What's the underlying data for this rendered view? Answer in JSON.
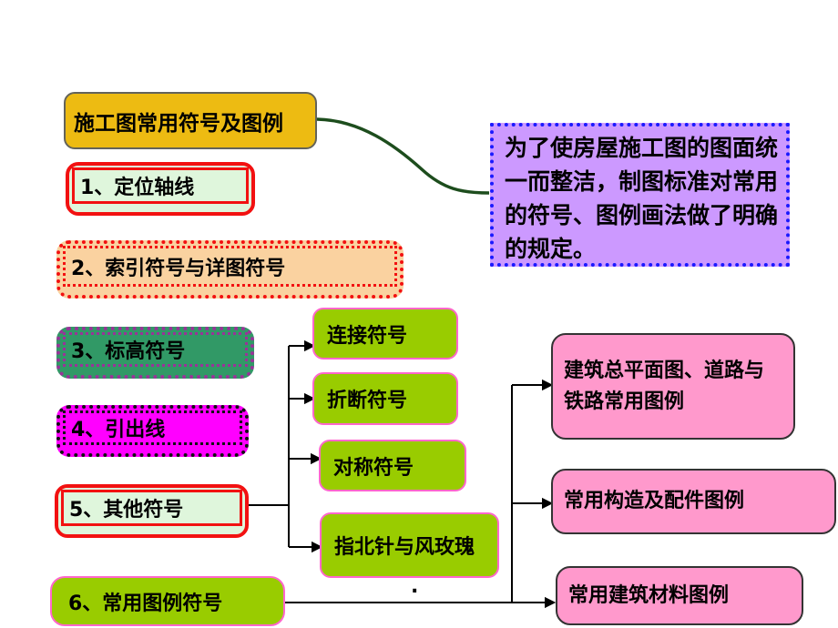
{
  "colors": {
    "background": "#FFFFFF",
    "title_fill": "#EDBB12",
    "pale_green_fill": "#DFF6DC",
    "red_border": "#F21111",
    "peach_fill": "#FAD2A0",
    "teal_fill": "#319966",
    "purple_dot_border": "#993399",
    "magenta_fill": "#FF00FF",
    "black_dot_border": "#111111",
    "olive_fill": "#99CC00",
    "olive_border": "#FF66CC",
    "pink_fill": "#FF99CC",
    "note_fill": "#CC99FF",
    "note_border": "#1A1AFF",
    "curve_green": "#1D4D1D",
    "connector": "#000000"
  },
  "title": {
    "label": "施工图常用符号及图例"
  },
  "note": {
    "text": "为了使房屋施工图的图面统\n一而整洁，制图标准对常用\n的符号、图例画法做了明确\n的规定。"
  },
  "items": [
    {
      "label": "1、定位轴线"
    },
    {
      "label": "2、索引符号与详图符号"
    },
    {
      "label": "3、标高符号"
    },
    {
      "label": "4、引出线"
    },
    {
      "label": "5、其他符号"
    },
    {
      "label": "6、常用图例符号"
    }
  ],
  "other_symbols": [
    {
      "label": "连接符号"
    },
    {
      "label": "折断符号"
    },
    {
      "label": "对称符号"
    },
    {
      "label": "指北针与风玫瑰"
    }
  ],
  "legends": [
    {
      "label": "建筑总平面图、道路与\n铁路常用图例"
    },
    {
      "label": "常用构造及配件图例"
    },
    {
      "label": "常用建筑材料图例"
    }
  ],
  "stray_dot": "."
}
